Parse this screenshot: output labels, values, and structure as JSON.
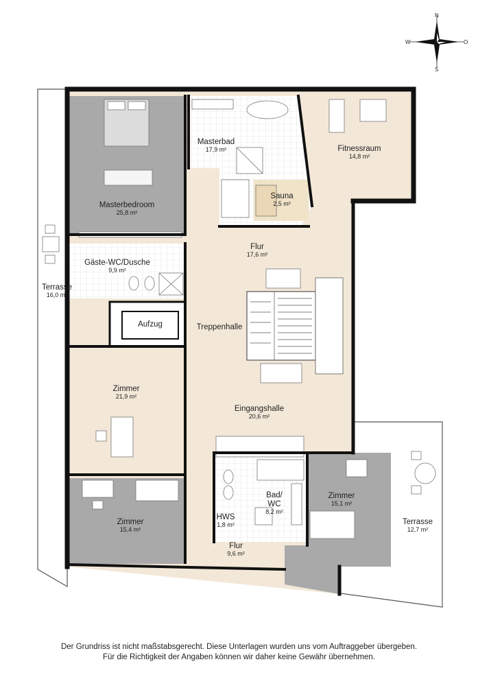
{
  "compass": {
    "north": "N",
    "east": "O",
    "south": "S",
    "west": "W"
  },
  "rooms": {
    "masterbad": {
      "name": "Masterbad",
      "area": "17,9 m²"
    },
    "fitnessraum": {
      "name": "Fitnessraum",
      "area": "14,8 m²"
    },
    "sauna": {
      "name": "Sauna",
      "area": "2,5 m²"
    },
    "masterbedroom": {
      "name": "Masterbedroom",
      "area": "25,8 m²"
    },
    "flur_top": {
      "name": "Flur",
      "area": "17,6 m²"
    },
    "gaeste_wc": {
      "name": "Gäste-WC/Dusche",
      "area": "9,9 m²"
    },
    "terrasse_west": {
      "name": "Terrasse",
      "area": "16,0 m²"
    },
    "aufzug": {
      "name": "Aufzug"
    },
    "treppenhalle": {
      "name": "Treppenhalle"
    },
    "zimmer_mid": {
      "name": "Zimmer",
      "area": "21,9 m²"
    },
    "eingangshalle": {
      "name": "Eingangshalle",
      "area": "20,6 m²"
    },
    "zimmer_right": {
      "name": "Zimmer",
      "area": "15,1 m²"
    },
    "bad_wc": {
      "name_line1": "Bad/",
      "name_line2": "WC",
      "area": "8,2 m²"
    },
    "terrasse_east": {
      "name": "Terrasse",
      "area": "12,7 m²"
    },
    "hws": {
      "name": "HWS",
      "area": "1,8 m²"
    },
    "zimmer_bottom": {
      "name": "Zimmer",
      "area": "15,4 m²"
    },
    "flur_bottom": {
      "name": "Flur",
      "area": "9,6 m²"
    }
  },
  "disclaimer": {
    "line1": "Der Grundriss ist nicht maßstabsgerecht. Diese Unterlagen wurden uns vom Auftraggeber übergeben.",
    "line2": "Für die Richtigkeit der Angaben können wir daher keine Gewähr übernehmen."
  },
  "colors": {
    "wall": "#111111",
    "wood": "#f3e8d8",
    "grey_room": "#a9a9a9",
    "bath_tile": "#ffffff",
    "terrace": "#ffffff",
    "outline": "#555555"
  }
}
